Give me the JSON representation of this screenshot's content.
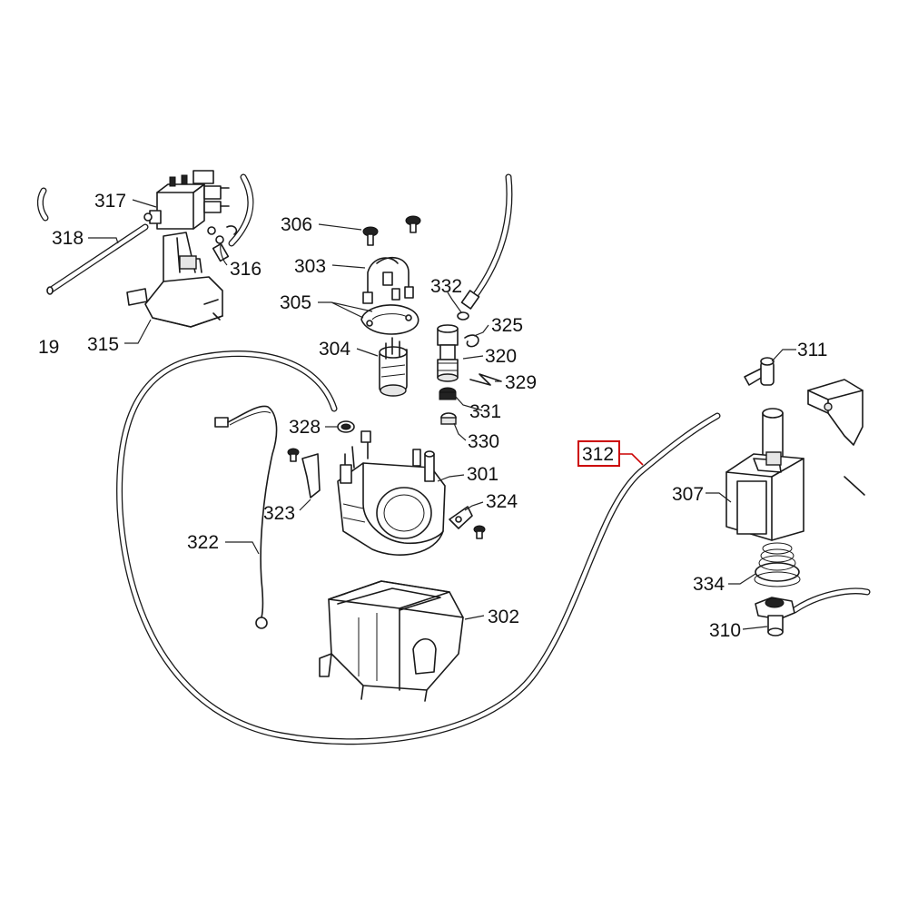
{
  "highlight_color": "#cc0000",
  "line_color": "#1a1a1a",
  "labels": {
    "p317": "317",
    "p318": "318",
    "p316": "316",
    "p315": "315",
    "p319": "19",
    "p306": "306",
    "p303": "303",
    "p305": "305",
    "p304": "304",
    "p332": "332",
    "p325": "325",
    "p320": "320",
    "p329": "329",
    "p331": "331",
    "p330": "330",
    "p328": "328",
    "p301": "301",
    "p323": "323",
    "p324": "324",
    "p322": "322",
    "p302": "302",
    "p312": "312",
    "p311": "311",
    "p307": "307",
    "p334": "334",
    "p310": "310"
  },
  "highlighted_part": "312"
}
